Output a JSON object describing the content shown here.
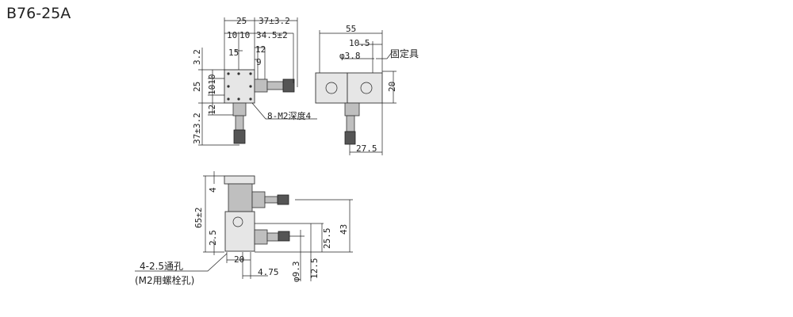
{
  "title": "B76-25A",
  "top_view": {
    "dims": {
      "width_25": "25",
      "travel_37": "37±3.2",
      "pitch_10a": "10",
      "pitch_10b": "10",
      "reach_34_5": "34.5±2",
      "offset_15": "15",
      "offset_12": "12",
      "offset_9": "9",
      "left_3_2": "3.2",
      "left_25": "25",
      "left_1010": "1010",
      "left_12": "12",
      "left_37": "37±3.2"
    },
    "callout_holes": "8-M2深度4"
  },
  "side_view": {
    "dims": {
      "length_55": "55",
      "offset_10_5": "10.5",
      "dia_3_8": "φ3.8",
      "height_20": "20",
      "offset_27_5": "27.5"
    },
    "callout_clamp": "固定具"
  },
  "front_view": {
    "dims": {
      "top_4": "4",
      "height_65": "65±2",
      "bottom_2_5": "2.5",
      "width_20": "20",
      "offset_4_75": "4.75",
      "dia_9_3": "φ9.3",
      "h_12_5": "12.5",
      "h_25_5": "25.5",
      "h_43": "43"
    },
    "callout_line1": "4-2.5通孔",
    "callout_line2": "(M2用螺栓孔)"
  }
}
